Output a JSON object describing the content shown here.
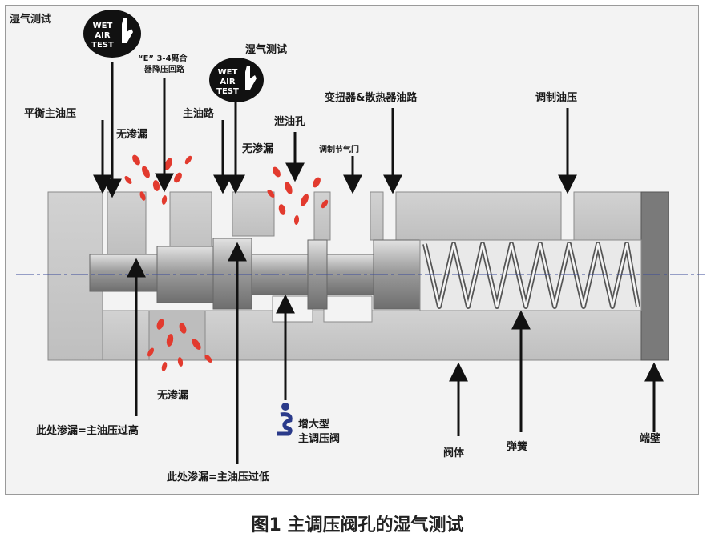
{
  "labels": {
    "wet_test_left": "湿气测试",
    "wet_test_mid": "湿气测试",
    "e_circuit_line1": "“E” 3-4离合",
    "e_circuit_line2": "器降压回路",
    "balanced_line": "平衡主油压",
    "no_leak_1": "无渗漏",
    "main_line": "主油路",
    "no_leak_2": "无渗漏",
    "exhaust": "泄油孔",
    "throttle": "调制节气门",
    "converter": "变扭器&散热器油路",
    "modulated": "调制油压",
    "no_leak_3": "无渗漏",
    "leak_high": "此处渗漏=主油压过高",
    "leak_low": "此处渗漏=主油压过低",
    "boost_line1": "增大型",
    "boost_line2": "主调压阀",
    "valve_body": "阀体",
    "spring": "弹簧",
    "end_wall": "端壁"
  },
  "badge": {
    "line1": "WET",
    "line2": "AIR",
    "line3": "TEST"
  },
  "caption": "图1 主调压阀孔的湿气测试",
  "colors": {
    "body": "#c9c9c9",
    "spool": "#a8a8a8",
    "leak": "#e23a2e",
    "badge": "#111111",
    "boost_icon": "#2a3a8a"
  }
}
